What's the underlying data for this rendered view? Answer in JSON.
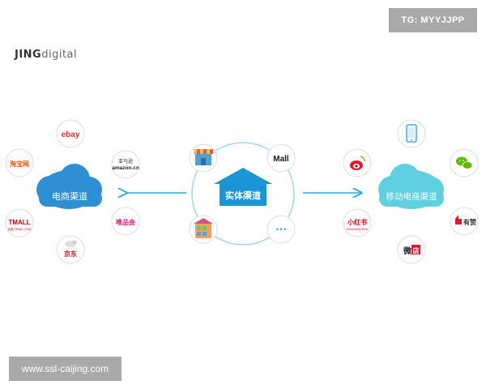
{
  "brand": {
    "strong": "JING",
    "light": "digital"
  },
  "badge": "TG: MYYJJPP",
  "watermark": "www.ssl-caijing.com",
  "center": {
    "label": "实体渠道",
    "mall_label": "Mall",
    "more_label": "···"
  },
  "left_cloud": {
    "label": "电商渠道",
    "nodes": [
      {
        "name": "ebay",
        "label": "ebay"
      },
      {
        "name": "taobao",
        "label": "淘宝网"
      },
      {
        "name": "amazon",
        "label": "亚马逊",
        "sub": "amazon.cn"
      },
      {
        "name": "tmall",
        "label": "TMALL",
        "sub": "天猫 TMALL.COM"
      },
      {
        "name": "vip",
        "label": "唯品会"
      },
      {
        "name": "jd",
        "label": "京东"
      }
    ]
  },
  "right_cloud": {
    "label": "移动电商渠道",
    "nodes": [
      {
        "name": "mobile",
        "label": ""
      },
      {
        "name": "weibo",
        "label": ""
      },
      {
        "name": "wechat",
        "label": ""
      },
      {
        "name": "xiaohongshu",
        "label": "小红书",
        "sub": "XIAOHONGSHU"
      },
      {
        "name": "youzan",
        "label": "有赞"
      },
      {
        "name": "weidian",
        "label": "微",
        "badge": "店"
      }
    ]
  },
  "colors": {
    "line": "#9fd8e8",
    "cloud_left": "#2e8fd4",
    "cloud_right": "#5fd0e0",
    "arrow": "#2aa8d8",
    "circle_stroke": "#dddddd"
  }
}
